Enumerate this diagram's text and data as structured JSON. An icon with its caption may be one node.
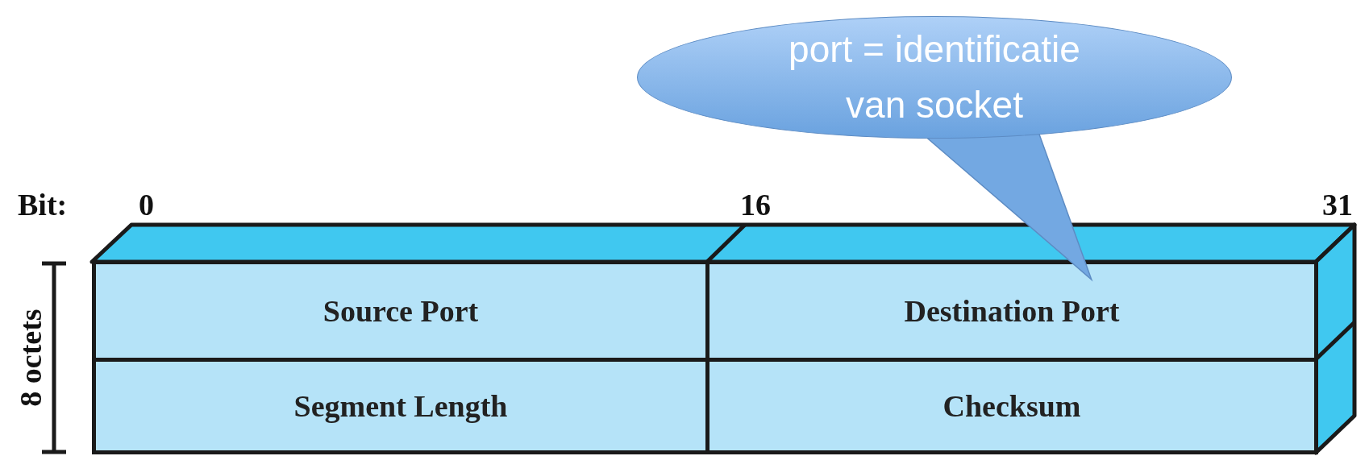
{
  "diagram": {
    "nodes": [
      {
        "text": [
          "Source Port"
        ]
      },
      {
        "text": [
          "Destination Port"
        ]
      },
      {
        "text": [
          "Segment Length"
        ]
      },
      {
        "text": [
          "Checksum"
        ]
      },
      {
        "text": [
          "port = identificatie van socket"
        ]
      }
    ],
    "edges": [
      {
        "from": 4,
        "to": 1,
        "arrow": "to"
      }
    ],
    "labels": [
      "Bit:",
      "0",
      "16",
      "31",
      "8 octets"
    ]
  }
}
